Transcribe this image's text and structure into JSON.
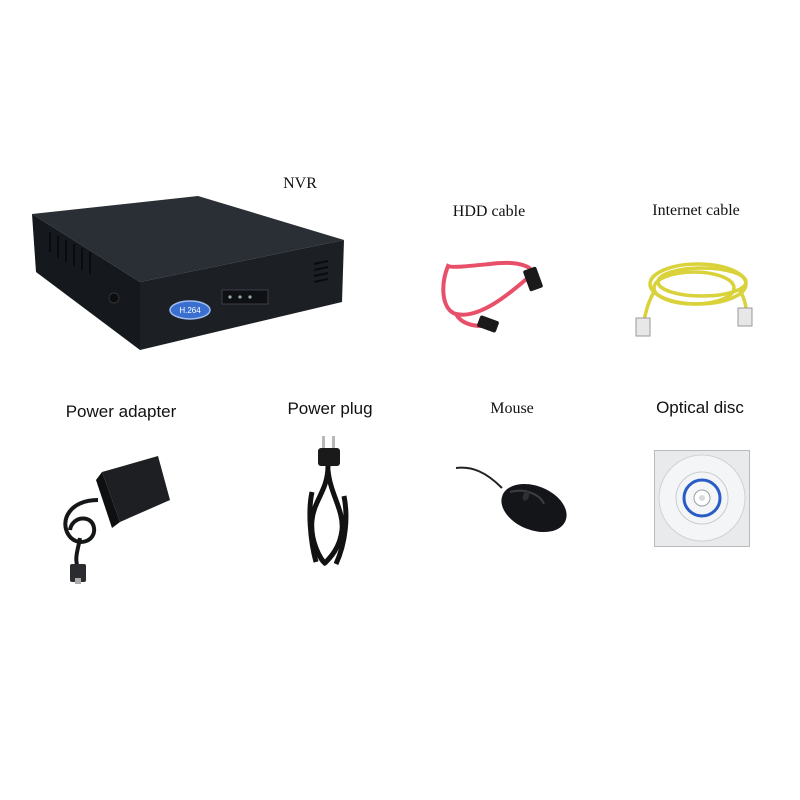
{
  "items": [
    {
      "id": "nvr",
      "label": "NVR",
      "icon": "nvr-device-icon",
      "badge": "H.264"
    },
    {
      "id": "hdd",
      "label": "HDD cable",
      "icon": "sata-cable-icon"
    },
    {
      "id": "internet",
      "label": "Internet cable",
      "icon": "ethernet-cable-icon"
    },
    {
      "id": "adapter",
      "label": "Power adapter",
      "icon": "power-adapter-icon"
    },
    {
      "id": "plug",
      "label": "Power plug",
      "icon": "power-plug-icon"
    },
    {
      "id": "mouse",
      "label": "Mouse",
      "icon": "mouse-icon"
    },
    {
      "id": "disc",
      "label": "Optical disc",
      "icon": "optical-disc-icon"
    }
  ],
  "colors": {
    "nvr_body": "#1a1d22",
    "hdd_cable": "#e8506a",
    "internet_cable": "#d9d23a",
    "disc_ring": "#2a5cc8"
  }
}
